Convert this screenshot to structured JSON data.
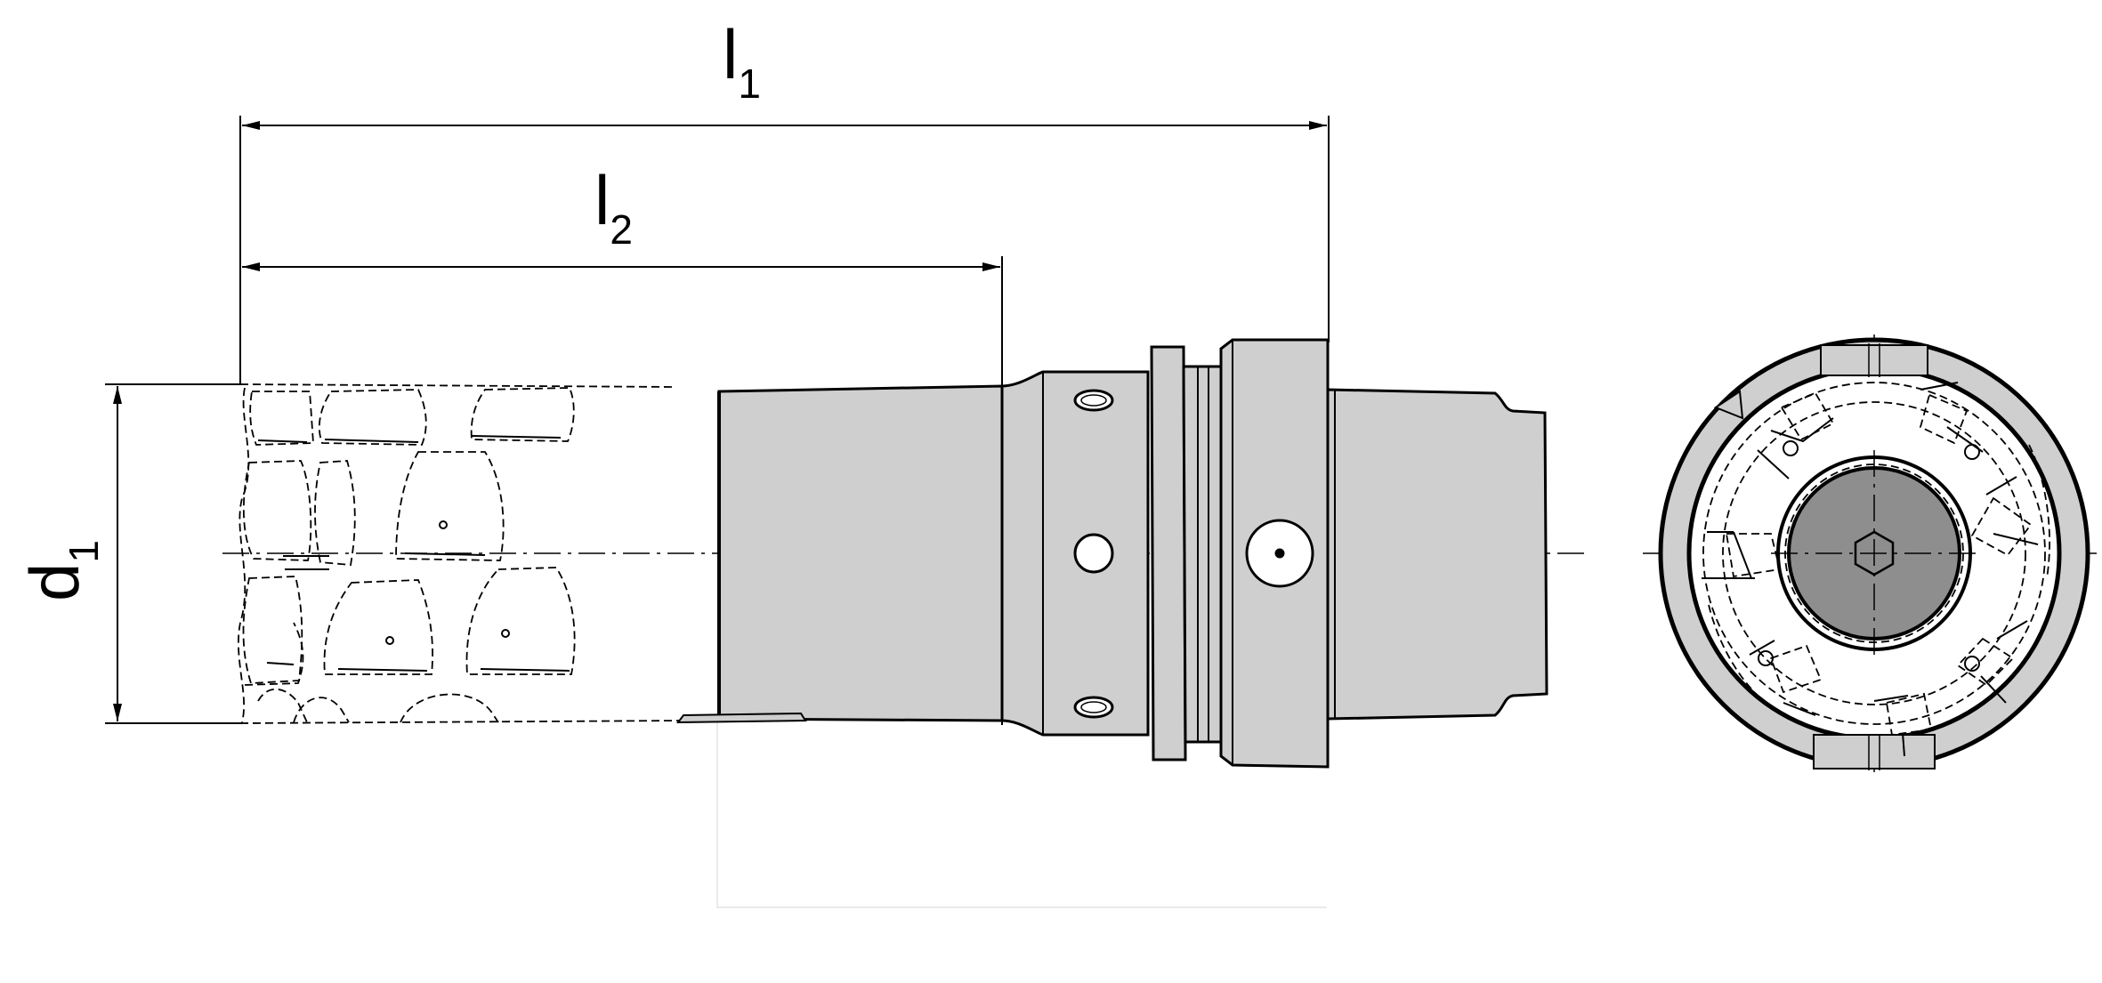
{
  "dimensions": {
    "l1": {
      "letter": "l",
      "subscript": "1"
    },
    "l2": {
      "letter": "l",
      "subscript": "2"
    },
    "d1": {
      "letter": "d",
      "subscript": "1"
    }
  },
  "colors": {
    "line": "#000000",
    "body_fill": "#cfcfcf",
    "core_fill": "#8e8e8e",
    "background": "#ffffff"
  }
}
